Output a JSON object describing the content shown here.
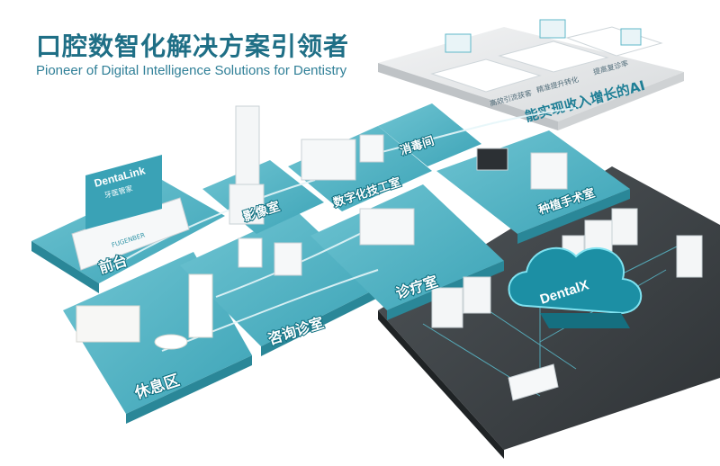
{
  "header": {
    "title": "口腔数智化解决方案引领者",
    "subtitle": "Pioneer of Digital Intelligence Solutions for Dentistry"
  },
  "zones": {
    "reception": "前台",
    "lounge": "休息区",
    "imaging": "影像室",
    "digital_lab": "数字化技工室",
    "sterilization": "消毒间",
    "treatment": "诊疗室",
    "consult": "咨询诊室",
    "unknown_room": "种植手术室"
  },
  "ai_panel": {
    "headline": "能实现收入增长的AI",
    "card_1": "高效引流获客",
    "card_2": "精准提升转化",
    "card_3": "提高复诊率"
  },
  "brand": {
    "dentallink_name": "DentaLink",
    "dentallink_cn": "牙医管家",
    "front_desk_sign": "FUGENBER",
    "cloud_name": "DentalX"
  },
  "colors": {
    "teal": "#4fb0c2",
    "teal_dark": "#2e93a6",
    "grey_platform": "#3e4347",
    "title": "#1f6f86"
  }
}
